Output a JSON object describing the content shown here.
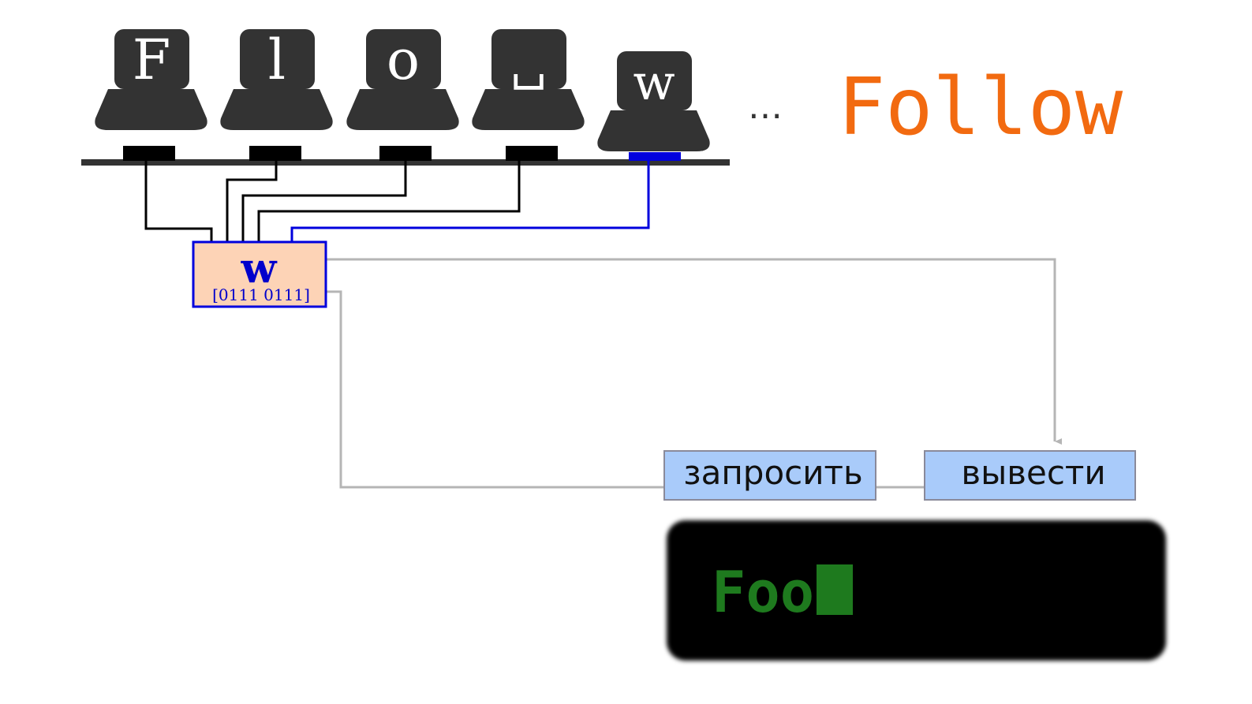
{
  "keys": [
    {
      "label": "F",
      "active": false
    },
    {
      "label": "l",
      "active": false
    },
    {
      "label": "o",
      "active": false
    },
    {
      "label": "␣",
      "active": false
    },
    {
      "label": "w",
      "active": true
    }
  ],
  "ellipsis": "…",
  "typed_word": "Follow",
  "code_box": {
    "letter": "w",
    "bits": "[0111 0111]"
  },
  "request_button": {
    "label": "запросить"
  },
  "output_button": {
    "label": "вывести"
  },
  "terminal": {
    "text": "Foo"
  },
  "colors": {
    "key_body": "#333333",
    "bus": "#333333",
    "wire": "#000000",
    "active_wire": "#0000dd",
    "code_fill": "#fdd3b6",
    "code_border": "#0000dd",
    "code_text": "#0000cc",
    "flow_line": "#b5b5b5",
    "button_fill": "#a9cbfa",
    "button_border": "#8a8a9a",
    "follow_text": "#f26a10",
    "terminal_bg": "#000000",
    "terminal_text": "#1e7a1e",
    "cursor": "#1e7a1e"
  }
}
